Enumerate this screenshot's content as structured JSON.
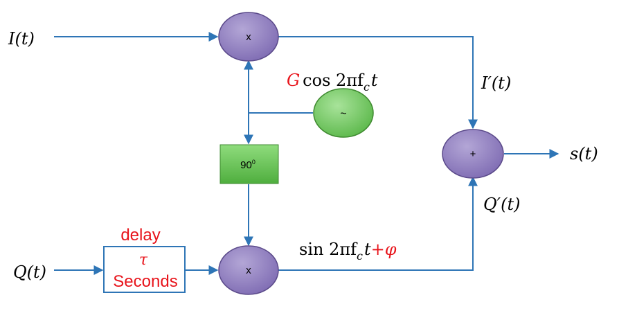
{
  "inputs": {
    "i_signal": "I(t)",
    "q_signal": "Q(t)"
  },
  "output": {
    "s_signal": "s(t)"
  },
  "intermediate": {
    "i_prime": "I′(t)",
    "q_prime": "Q′(t)"
  },
  "oscillator": {
    "symbol": "~",
    "gain": "G",
    "expression": "cos 2πf",
    "subscript": "c",
    "time": "t"
  },
  "phase_shifter": {
    "label": "90",
    "superscript": "0"
  },
  "delay_block": {
    "title": "delay",
    "symbol": "τ",
    "unit": "Seconds"
  },
  "lower_carrier": {
    "expression": "sin 2πf",
    "subscript": "c",
    "time": "t",
    "phase": "+φ"
  },
  "nodes": {
    "top_mixer": "x",
    "bottom_mixer": "x",
    "adder": "+"
  },
  "colors": {
    "arrow": "#2e75b6",
    "mixer_fill": "#8e7cc3",
    "mixer_stroke": "#5b4a8a",
    "oscillator_fill": "#7dcf6b",
    "phase_fill": "#6cc45a",
    "delay_stroke": "#2e75b6",
    "accent_red": "#e8141b"
  }
}
